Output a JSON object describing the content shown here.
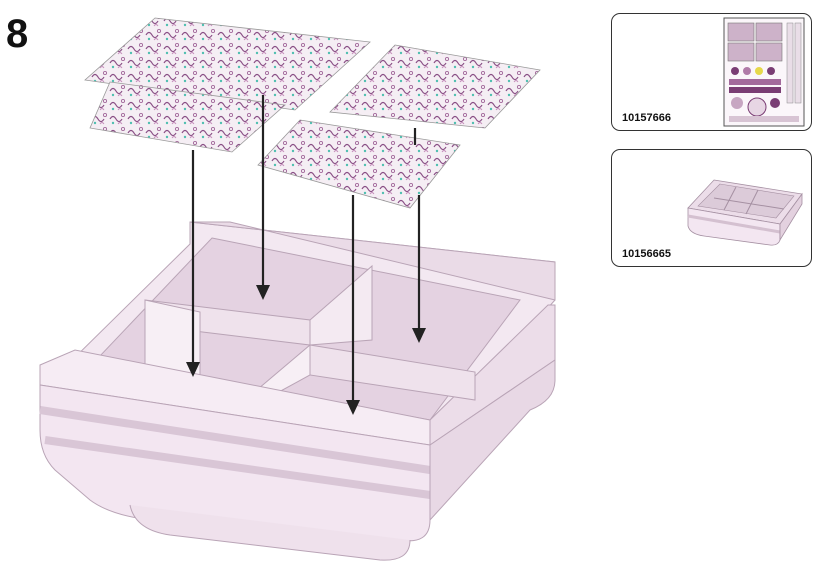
{
  "step": {
    "number": "8"
  },
  "parts": [
    {
      "part_id": "10157666",
      "icon": "sticker-sheet-icon"
    },
    {
      "part_id": "10156665",
      "icon": "drawer-tray-icon"
    }
  ],
  "colors": {
    "tray": "#f2e6f0",
    "tray_shade": "#e0cfde",
    "tray_dark": "#c9b3c6",
    "sticker_pattern": "#8a4f86",
    "sticker_accent": "#4fbfb0",
    "arrow": "#222222"
  }
}
